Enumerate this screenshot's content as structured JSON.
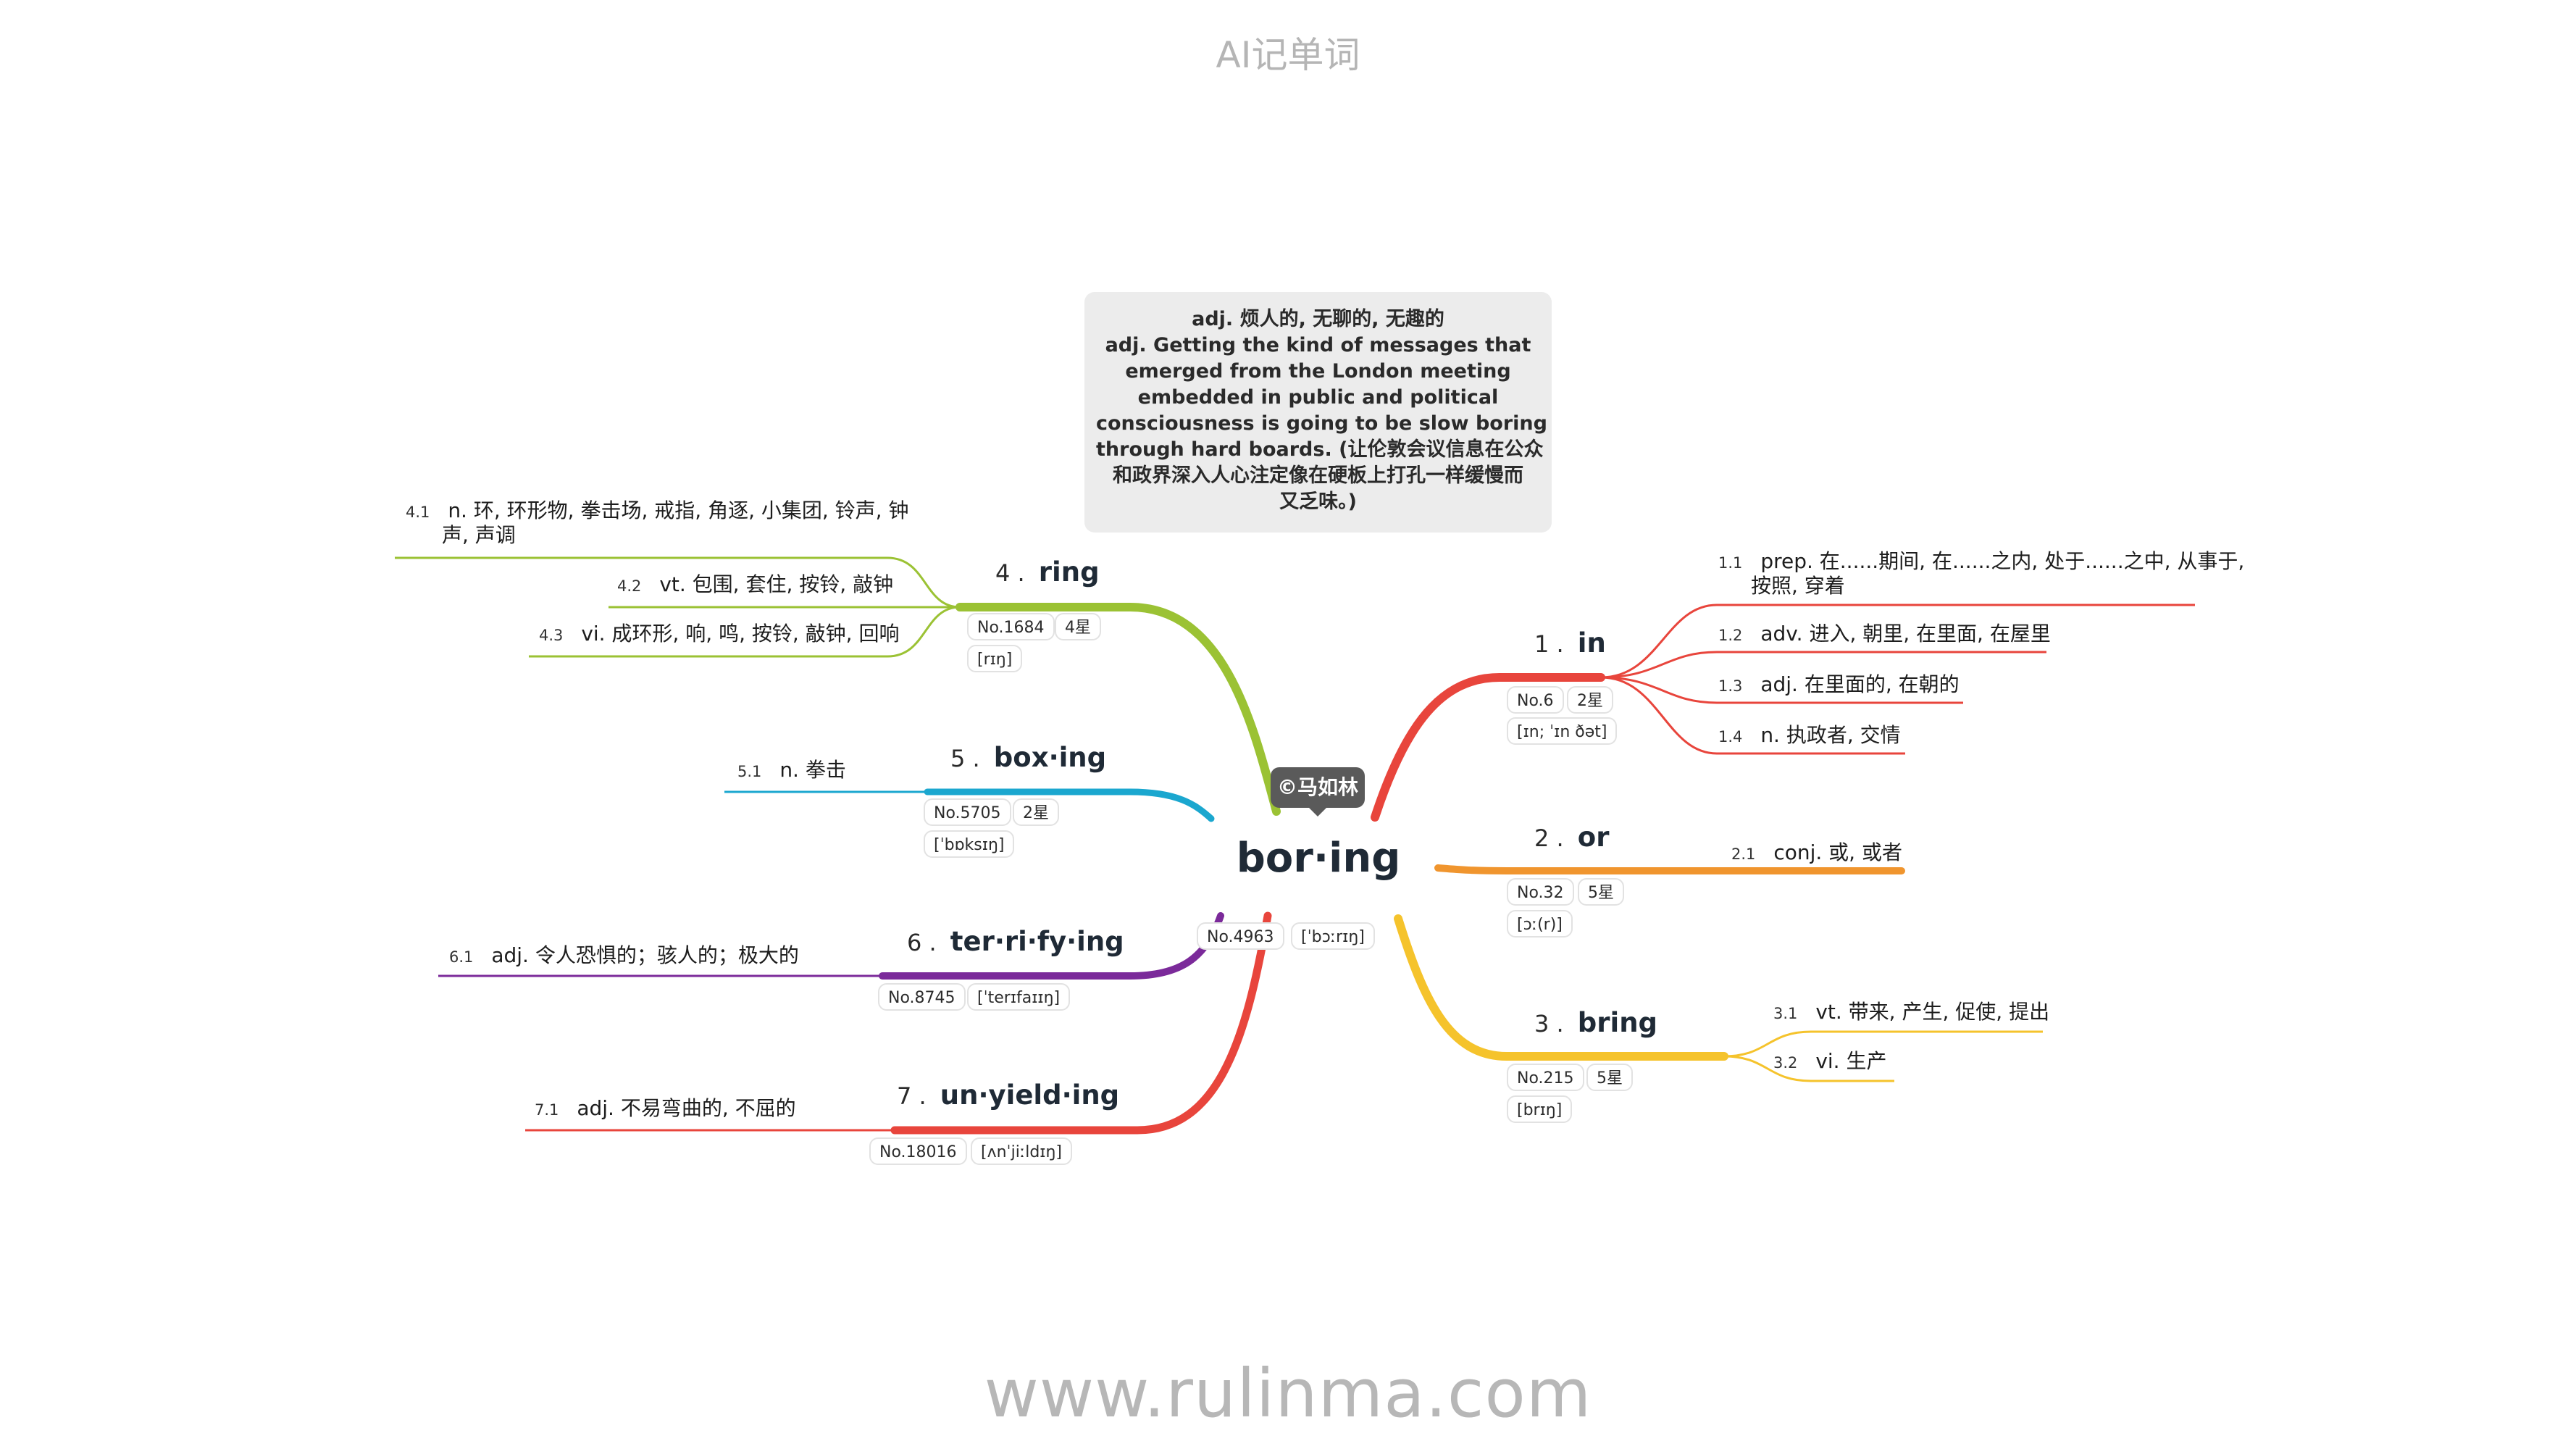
{
  "header": {
    "title": "AI记单词"
  },
  "footer": {
    "url": "www.rulinma.com"
  },
  "center": {
    "word": "bor·ing",
    "rank": "No.4963",
    "phonetic": "[ˈbɔːrɪŋ]",
    "author_badge": "©马如林"
  },
  "note": {
    "lines": [
      "adj. 烦人的, 无聊的, 无趣的",
      "adj. Getting the kind of messages that",
      "emerged from the London meeting",
      "embedded in public and political",
      "consciousness is going to be slow boring",
      "through hard boards. (让伦敦会议信息在公众",
      "和政界深入人心注定像在硬板上打孔一样缓慢而",
      "又乏味。)"
    ]
  },
  "colors": {
    "in": "#e8453c",
    "or": "#f0952e",
    "bring": "#f5c32c",
    "ring": "#9bc234",
    "boxing": "#1ba7cf",
    "terrifying": "#7b2a9a",
    "unyielding": "#e8453c"
  },
  "branches": {
    "in": {
      "num": "1 .",
      "word": "in",
      "rank": "No.6",
      "stars": "2星",
      "phonetic": "[ɪn; ˈɪn ðət]",
      "senses": [
        {
          "num": "1.1",
          "line1": "prep. 在......期间, 在......之内, 处于......之中, 从事于,",
          "line2": "按照, 穿着"
        },
        {
          "num": "1.2",
          "text": "adv. 进入, 朝里, 在里面, 在屋里"
        },
        {
          "num": "1.3",
          "text": "adj. 在里面的, 在朝的"
        },
        {
          "num": "1.4",
          "text": "n. 执政者, 交情"
        }
      ]
    },
    "or": {
      "num": "2 .",
      "word": "or",
      "rank": "No.32",
      "stars": "5星",
      "phonetic": "[ɔː(r)]",
      "senses": [
        {
          "num": "2.1",
          "text": "conj. 或, 或者"
        }
      ]
    },
    "bring": {
      "num": "3 .",
      "word": "bring",
      "rank": "No.215",
      "stars": "5星",
      "phonetic": "[brɪŋ]",
      "senses": [
        {
          "num": "3.1",
          "text": "vt. 带来, 产生, 促使, 提出"
        },
        {
          "num": "3.2",
          "text": "vi. 生产"
        }
      ]
    },
    "ring": {
      "num": "4 .",
      "word": "ring",
      "rank": "No.1684",
      "stars": "4星",
      "phonetic": "[rɪŋ]",
      "senses": [
        {
          "num": "4.1",
          "line1": "n. 环, 环形物, 拳击场, 戒指, 角逐, 小集团, 铃声, 钟",
          "line2": "声, 声调"
        },
        {
          "num": "4.2",
          "text": "vt. 包围, 套住, 按铃, 敲钟"
        },
        {
          "num": "4.3",
          "text": "vi. 成环形, 响, 鸣, 按铃, 敲钟, 回响"
        }
      ]
    },
    "boxing": {
      "num": "5 .",
      "word": "box·ing",
      "rank": "No.5705",
      "stars": "2星",
      "phonetic": "[ˈbɒksɪŋ]",
      "senses": [
        {
          "num": "5.1",
          "text": "n. 拳击"
        }
      ]
    },
    "terrifying": {
      "num": "6 .",
      "word": "ter·ri·fy·ing",
      "rank": "No.8745",
      "phonetic": "[ˈterɪfaɪɪŋ]",
      "senses": [
        {
          "num": "6.1",
          "text": "adj. 令人恐惧的；骇人的；极大的"
        }
      ]
    },
    "unyielding": {
      "num": "7 .",
      "word": "un·yield·ing",
      "rank": "No.18016",
      "phonetic": "[ʌnˈjiːldɪŋ]",
      "senses": [
        {
          "num": "7.1",
          "text": "adj. 不易弯曲的, 不屈的"
        }
      ]
    }
  }
}
